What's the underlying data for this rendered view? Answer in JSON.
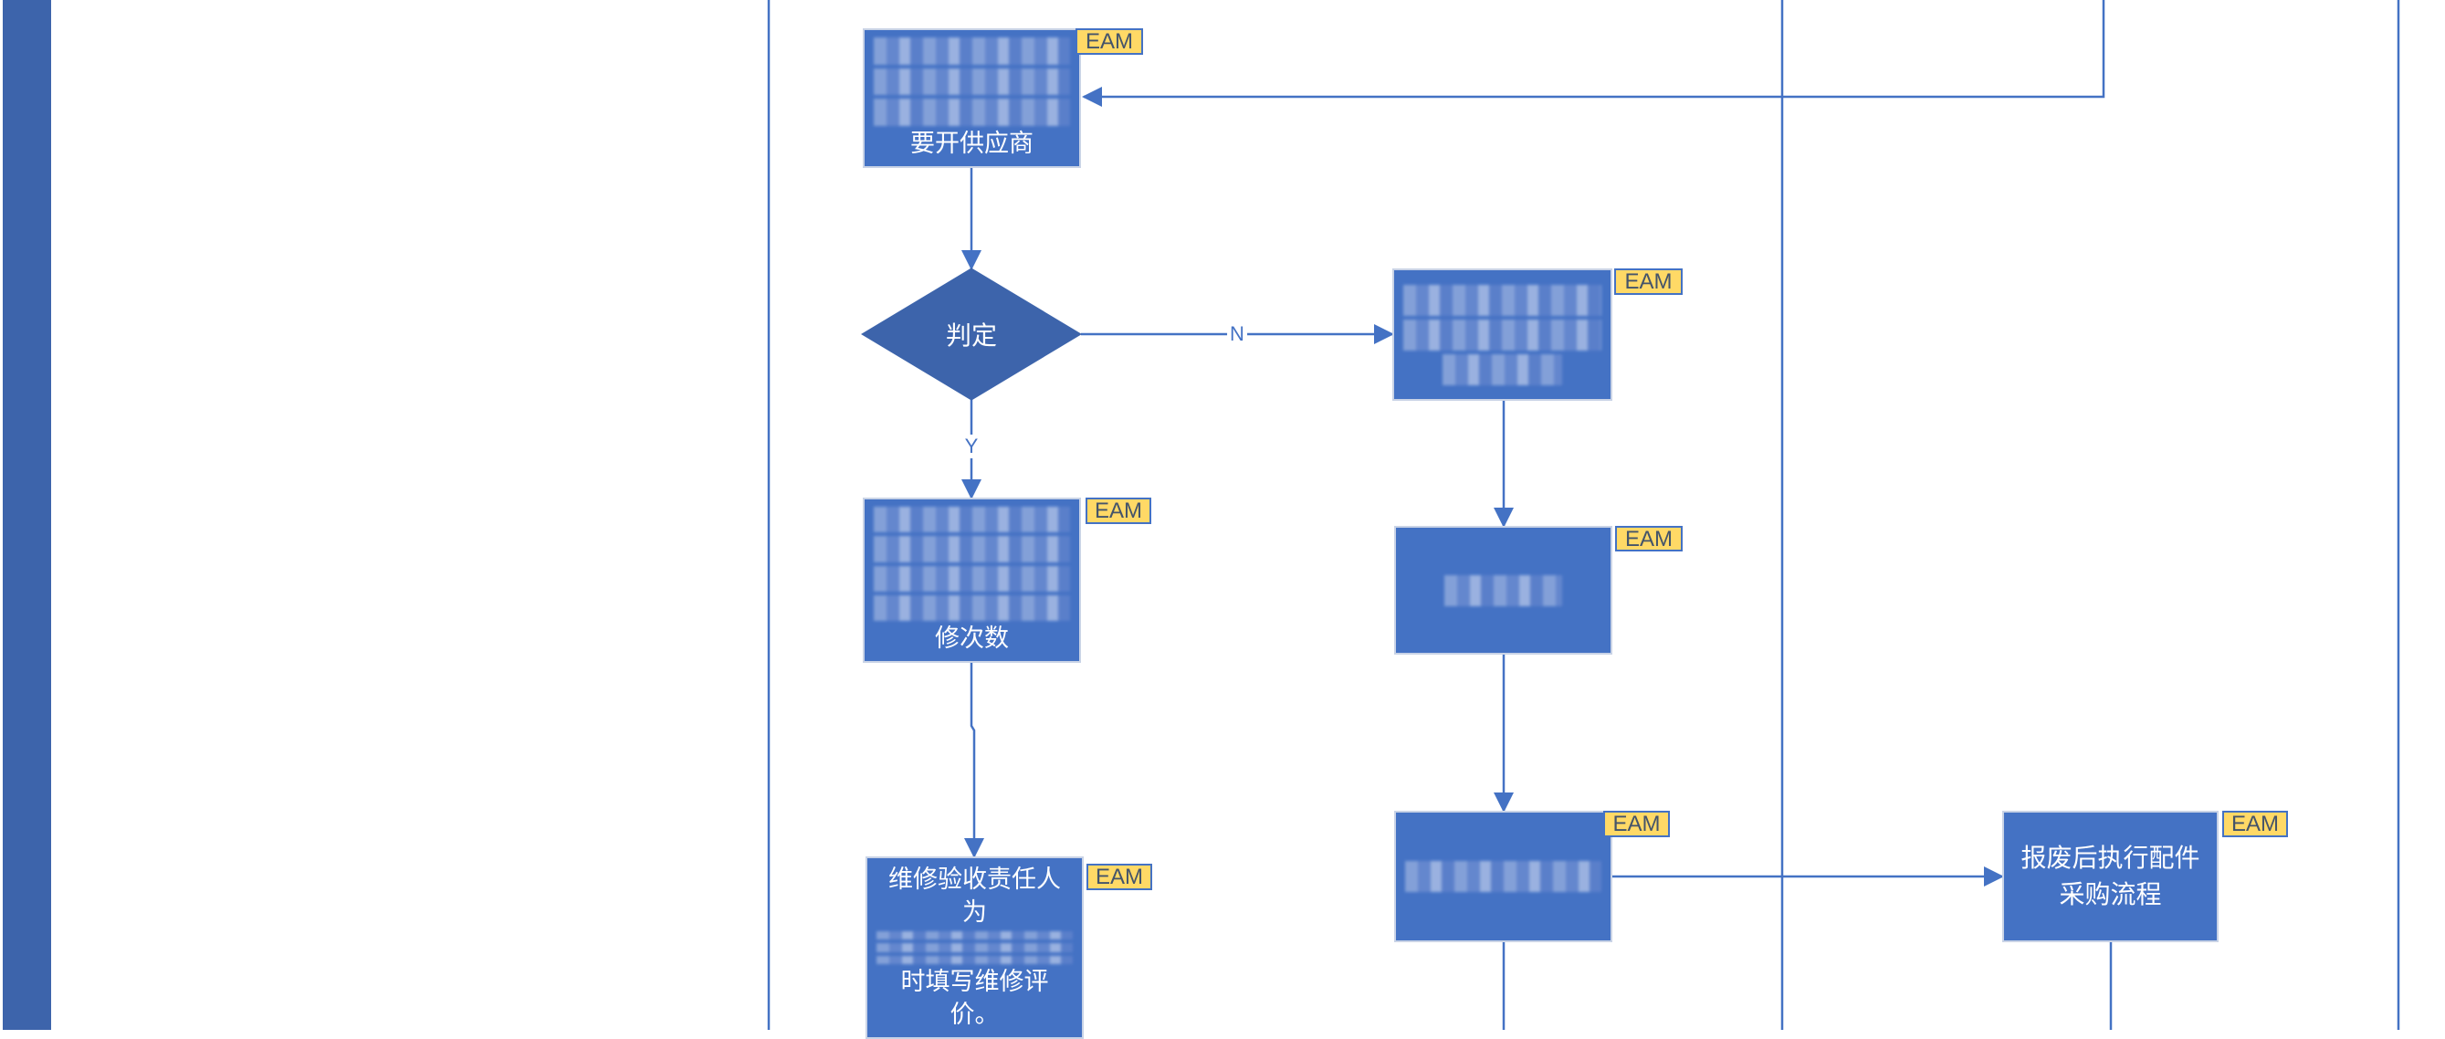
{
  "colors": {
    "box": "#4472c4",
    "decision": "#3d64ab",
    "tag": "#ffd966",
    "line": "#4472c4"
  },
  "tag_label": "EAM",
  "decision": {
    "label": "判定",
    "no_label": "N",
    "yes_label": "Y"
  },
  "boxes": [
    {
      "id": "box1",
      "visible_text": "要开供应商"
    },
    {
      "id": "box2",
      "visible_text": ""
    },
    {
      "id": "box3",
      "visible_text": "修次数"
    },
    {
      "id": "box4",
      "visible_text_top": "维修验收责任人为",
      "visible_text_bottom": "时填写维修评价。"
    },
    {
      "id": "box5",
      "visible_text": ""
    },
    {
      "id": "box6",
      "visible_text": ""
    },
    {
      "id": "box7",
      "visible_text": "报废后执行配件采购流程"
    }
  ]
}
